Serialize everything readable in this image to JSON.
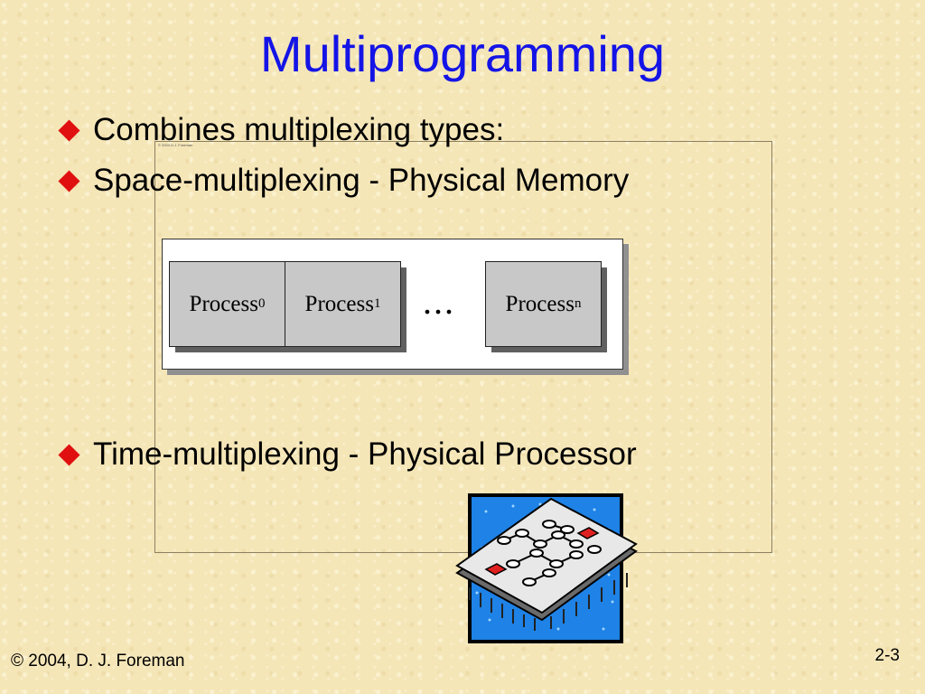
{
  "slide": {
    "title": "Multiprogramming",
    "bullets": [
      "Combines multiplexing types:",
      "Space-multiplexing - Physical Memory",
      "Time-multiplexing - Physical Processor"
    ],
    "frame_caption": "© 2004 D.J. Foreman"
  },
  "memory": {
    "processes": [
      {
        "name": "Process",
        "subscript": "0"
      },
      {
        "name": "Process",
        "subscript": "1"
      },
      {
        "name": "Process",
        "subscript": "n"
      }
    ],
    "ellipsis": "..."
  },
  "footer": {
    "copyright": "© 2004, D. J. Foreman",
    "page": "2-3"
  },
  "colors": {
    "title": "#1414e6",
    "bullet": "#e01010",
    "background": "#f5e6b8",
    "chip_background": "#1e82e6"
  },
  "icons": [
    "diamond-bullet-icon",
    "processor-chip-icon"
  ]
}
